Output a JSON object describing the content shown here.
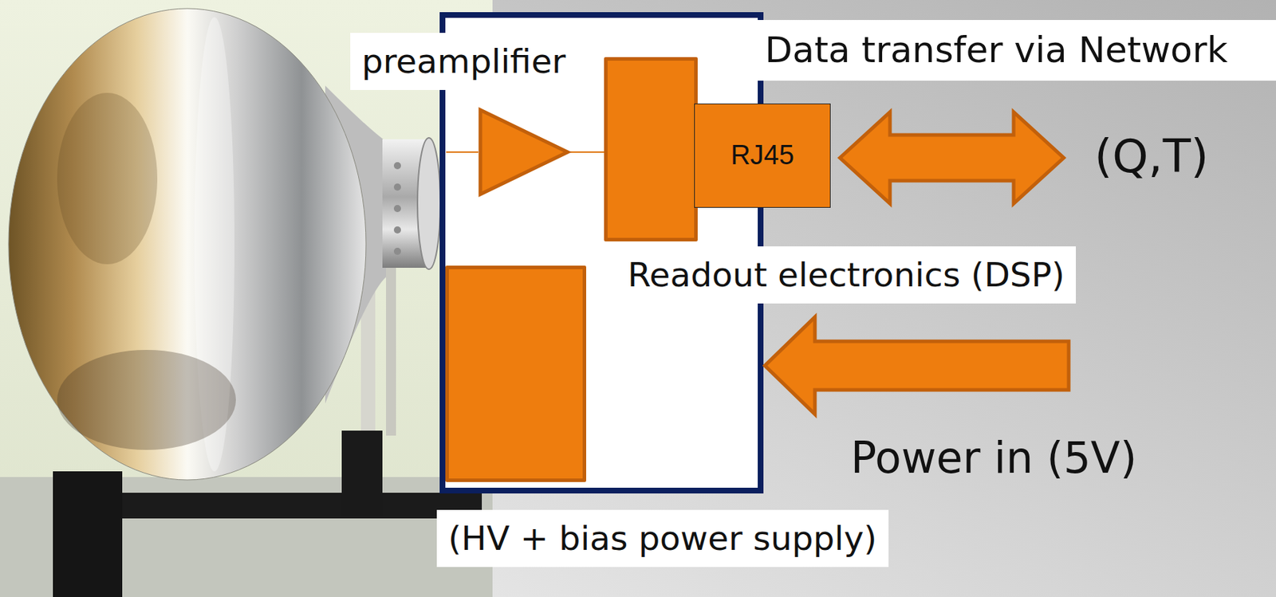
{
  "diagram": {
    "nodes": [
      {
        "text": [
          "preamplifier"
        ]
      },
      {
        "text": [
          "Readout electronics (DSP)"
        ]
      },
      {
        "text": [
          "RJ45"
        ]
      },
      {
        "text": [
          "(HV + bias power supply)"
        ]
      }
    ],
    "edges": [
      {
        "from": 0,
        "to": 1,
        "arrow": "none"
      }
    ],
    "labels": [
      "Data transfer via Network",
      "(Q,T)",
      "Power in (5V)"
    ]
  }
}
